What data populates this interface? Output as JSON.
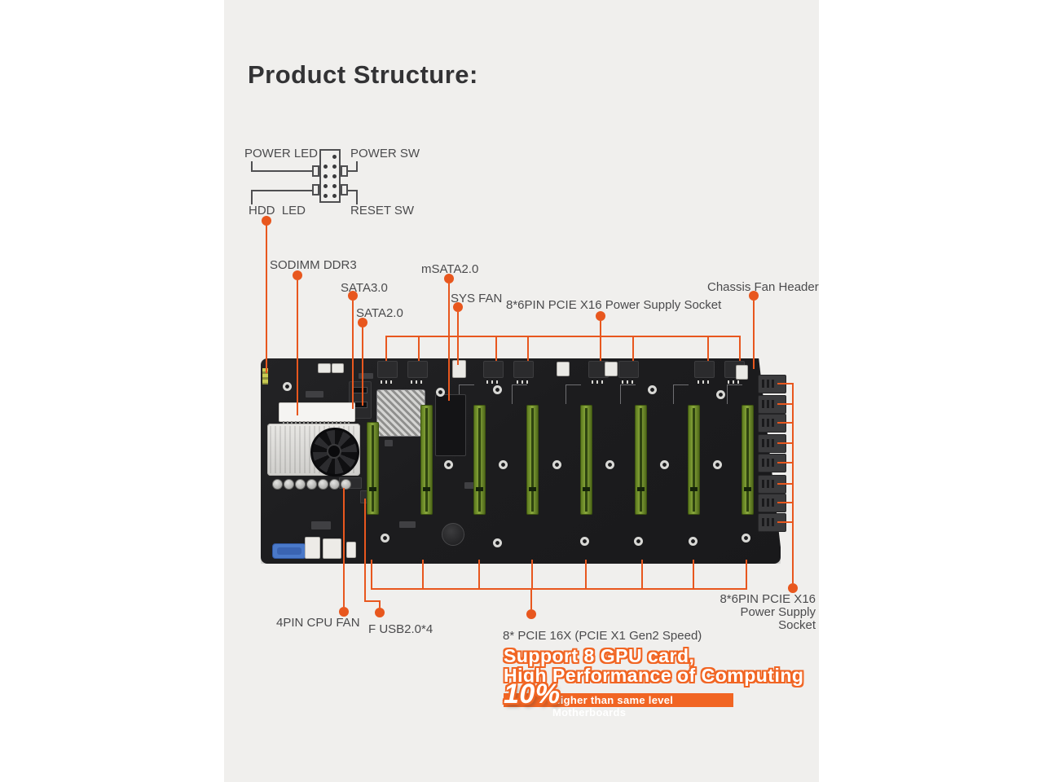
{
  "title": "Product Structure:",
  "front_panel": {
    "power_led": "POWER LED",
    "power_sw": "POWER SW",
    "hdd_led": "HDD  LED",
    "reset_sw": "RESET SW"
  },
  "callouts": {
    "sodimm": "SODIMM DDR3",
    "sata3": "SATA3.0",
    "sata2": "SATA2.0",
    "msata": "mSATA2.0",
    "sys_fan": "SYS FAN",
    "pcie_power_top": "8*6PIN PCIE X16 Power Supply Socket",
    "chassis_fan": "Chassis Fan Header",
    "cpu_fan": "4PIN CPU FAN",
    "f_usb": "F USB2.0*4",
    "pcie_slots": "8* PCIE 16X (PCIE X1 Gen2 Speed)",
    "pcie_power_right_1": "8*6PIN PCIE X16",
    "pcie_power_right_2": "Power Supply Socket"
  },
  "promo": {
    "line1": "Support 8 GPU card,",
    "line2": "High Performance of Computing",
    "percent": "10%",
    "banner_text": "Higher than same level Motherboards"
  },
  "colors": {
    "accent_orange": "#e8571e",
    "promo_orange": "#f16523",
    "label_gray": "#4b4b4d",
    "panel_bg": "#f0efed",
    "board_black": "#1c1c1e",
    "slot_green": "#7e9d33",
    "vga_blue": "#4a79c9"
  }
}
